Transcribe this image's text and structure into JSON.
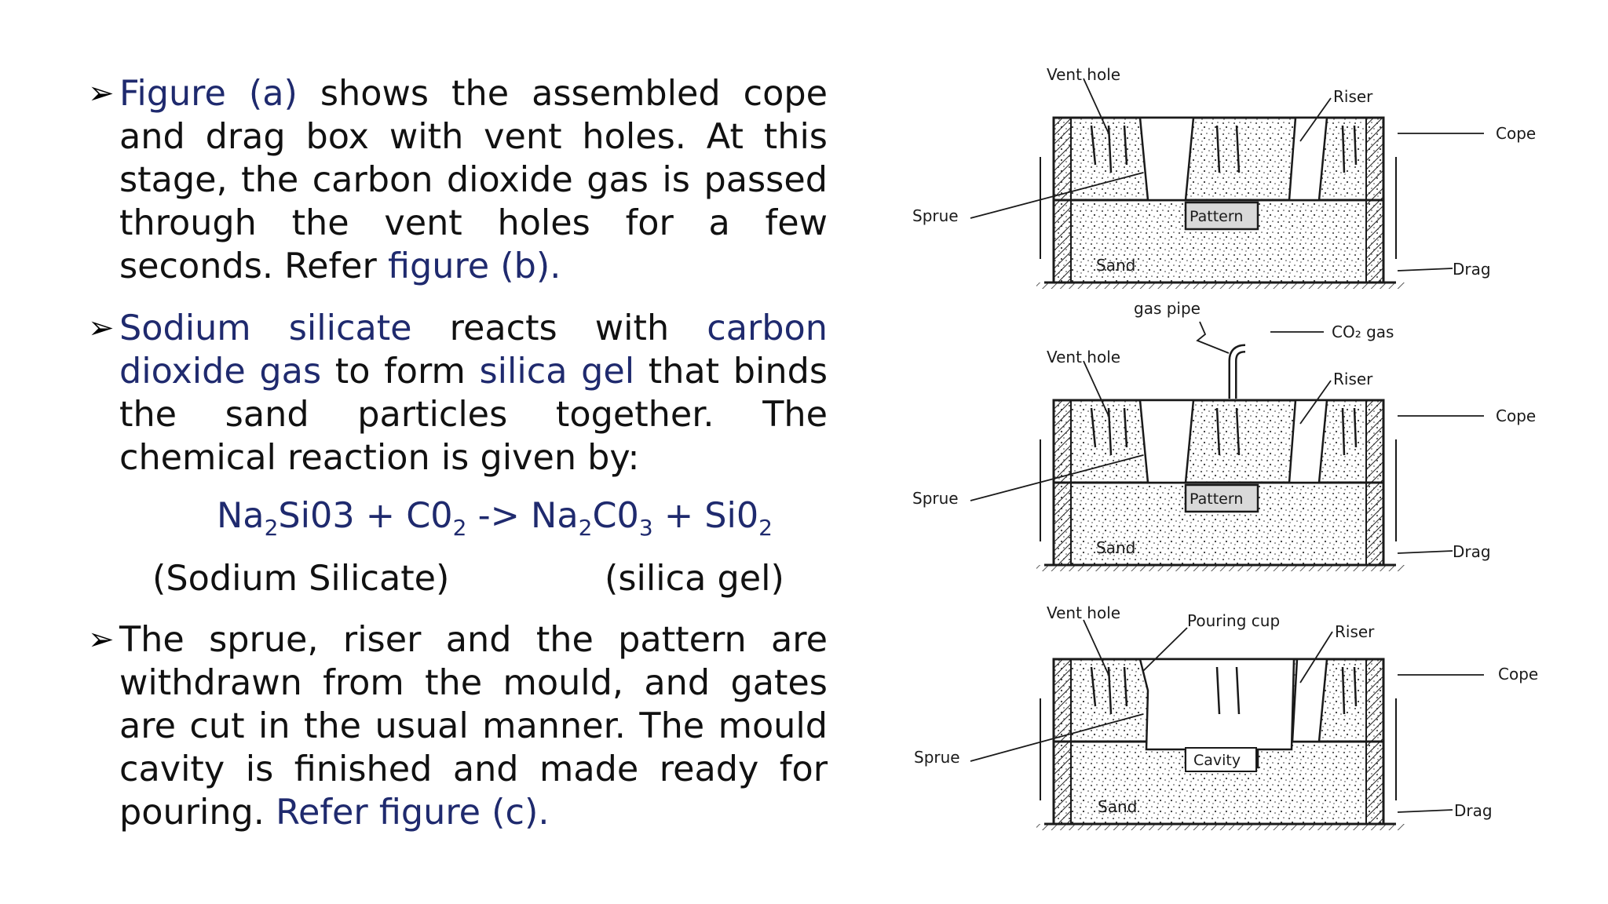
{
  "bullets": [
    {
      "parts": [
        {
          "text": "Figure (a)",
          "hl": true
        },
        {
          "text": " shows the assembled cope and drag box with vent holes. At this stage, the carbon dioxide gas is passed through the vent holes for a few seconds. Refer ",
          "hl": false
        },
        {
          "text": "figure (b).",
          "hl": true
        }
      ]
    },
    {
      "parts": [
        {
          "text": "Sodium silicate",
          "hl": true
        },
        {
          "text": " reacts with ",
          "hl": false
        },
        {
          "text": "carbon dioxide gas",
          "hl": true
        },
        {
          "text": " to form ",
          "hl": false
        },
        {
          "text": "silica gel",
          "hl": true
        },
        {
          "text": " that binds the sand particles together. The chemical reaction is given by:",
          "hl": false
        }
      ]
    },
    {
      "parts": [
        {
          "text": "The sprue, riser and the pattern are withdrawn from the mould, and gates are cut in the usual manner. The mould cavity is finished and made ready for pouring. ",
          "hl": false
        },
        {
          "text": "Refer figure (c).",
          "hl": true
        }
      ]
    }
  ],
  "equation": {
    "t1": "Na",
    "s1": "2",
    "t2": "Si03 + C0",
    "s2": "2",
    "t3": " -> Na",
    "s3": "2",
    "t4": "C0",
    "s4": "3",
    "t5": " + Si0",
    "s5": "2",
    "label_left": "(Sodium Silicate)",
    "label_right": "(silica gel)"
  },
  "figures": [
    {
      "vent_hole": "Vent hole",
      "riser": "Riser",
      "cope": "Cope",
      "sprue": "Sprue",
      "center": "Pattern",
      "sand": "Sand",
      "drag": "Drag"
    },
    {
      "vent_hole": "Vent hole",
      "riser": "Riser",
      "cope": "Cope",
      "sprue": "Sprue",
      "center": "Pattern",
      "sand": "Sand",
      "drag": "Drag",
      "gas_pipe": "gas pipe",
      "co2_gas": "CO₂ gas"
    },
    {
      "vent_hole": "Vent hole",
      "riser": "Riser",
      "cope": "Cope",
      "sprue": "Sprue",
      "center": "Cavity",
      "sand": "Sand",
      "drag": "Drag",
      "pouring_cup": "Pouring cup"
    }
  ],
  "colors": {
    "highlight": "#1f2a6e",
    "text": "#111111",
    "diagram": "#1a1a1a"
  }
}
